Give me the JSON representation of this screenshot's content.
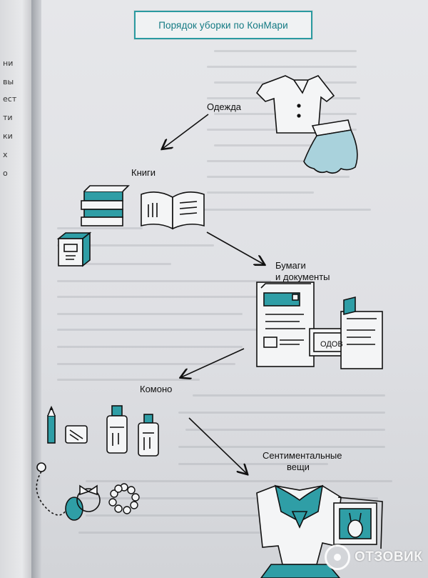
{
  "title": "Порядок уборки по КонМари",
  "categories": [
    {
      "label": "Одежда"
    },
    {
      "label": "Книги"
    },
    {
      "label": "Бумаги и документы",
      "lines": [
        "Бумаги",
        "и документы"
      ]
    },
    {
      "label": "Комоно"
    },
    {
      "label": "Сентиментальные вещи",
      "lines": [
        "Сентиментальные",
        "вещи"
      ]
    }
  ],
  "left_page_fragments": [
    "ни",
    "вы",
    "ест",
    "ти",
    "ки",
    "х",
    "о"
  ],
  "paper_label": "ОДОВ",
  "watermark": "ОТЗОВИК",
  "colors": {
    "accent": "#2a9aa0",
    "teal_fill": "#2f9ea6",
    "light_teal": "#a9d2dc",
    "ink": "#111111"
  }
}
